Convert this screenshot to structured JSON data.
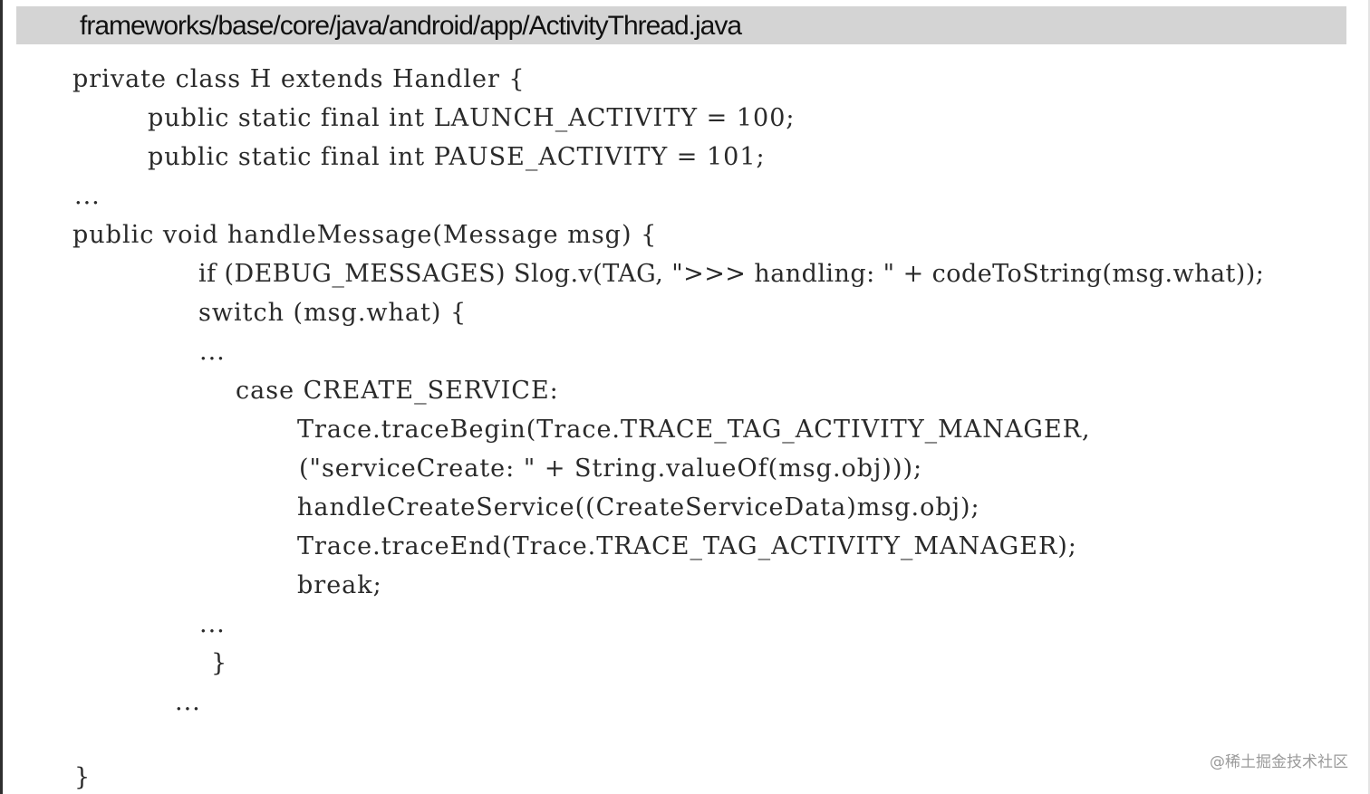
{
  "header": {
    "file_path": "frameworks/base/core/java/android/app/ActivityThread.java"
  },
  "code": {
    "lines": [
      "private class H extends Handler {",
      "public static final int LAUNCH_ACTIVITY = 100;",
      "public static final int PAUSE_ACTIVITY = 101;",
      "...",
      "public void handleMessage(Message msg) {",
      "if (DEBUG_MESSAGES) Slog.v(TAG, \">>> handling: \" + codeToString(msg.what));",
      "switch (msg.what) {",
      "...",
      "case CREATE_SERVICE:",
      "Trace.traceBegin(Trace.TRACE_TAG_ACTIVITY_MANAGER,",
      "(\"serviceCreate: \" + String.valueOf(msg.obj)));",
      "handleCreateService((CreateServiceData)msg.obj);",
      "Trace.traceEnd(Trace.TRACE_TAG_ACTIVITY_MANAGER);",
      "break;",
      "...",
      "}",
      "...",
      "}"
    ]
  },
  "watermark": {
    "text": "@稀土掘金技术社区"
  },
  "colors": {
    "header_background": "#d4d4d4",
    "code_text": "#2a2a2a",
    "page_background": "#ffffff"
  }
}
